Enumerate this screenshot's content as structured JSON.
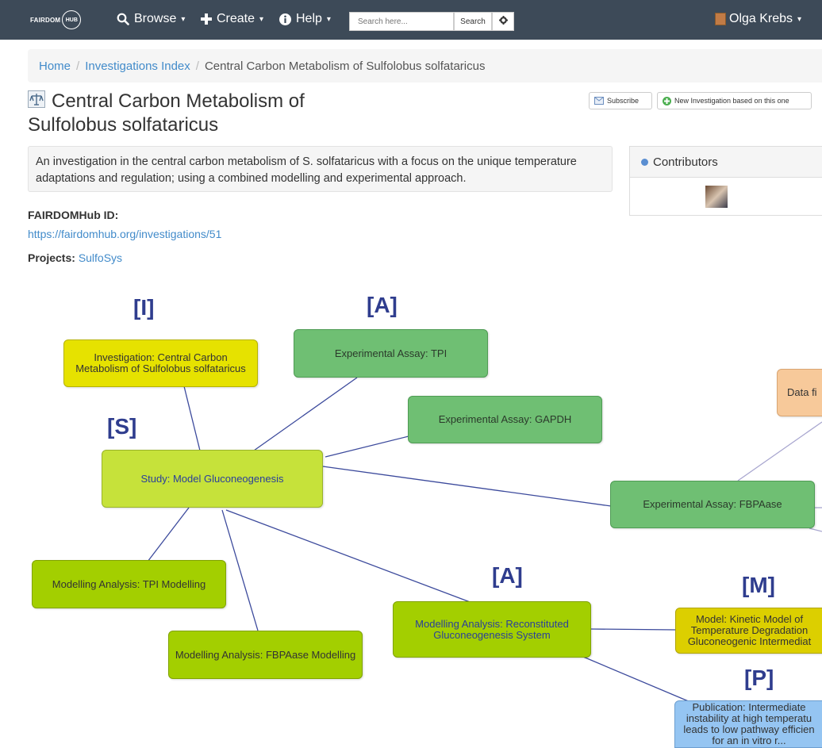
{
  "navbar": {
    "logo_fair": "FAIRDOM",
    "logo_hub": "HUB",
    "browse": "Browse",
    "create": "Create",
    "help": "Help",
    "search_placeholder": "Search here...",
    "search_button": "Search",
    "user": "Olga Krebs"
  },
  "breadcrumb": {
    "home": "Home",
    "index": "Investigations Index",
    "current": "Central Carbon Metabolism of Sulfolobus solfataricus"
  },
  "page": {
    "title_line1": "Central Carbon Metabolism of",
    "title_line2": "Sulfolobus solfataricus",
    "subscribe": "Subscribe",
    "new_investigation": "New Investigation based on this one",
    "description": "An investigation in the central carbon metabolism of S. solfataricus with a focus on the unique temperature adaptations and regulation; using a combined modelling and experimental approach.",
    "contributors_title": "Contributors",
    "id_label": "FAIRDOMHub ID:",
    "id_url": "https://fairdomhub.org/investigations/51",
    "projects_label": "Projects:",
    "projects_value": "SulfoSys"
  },
  "graph": {
    "tags": {
      "investigation": "[I]",
      "assay_top": "[A]",
      "study": "[S]",
      "assay_mid": "[A]",
      "model": "[M]",
      "publication": "[P]"
    },
    "nodes": {
      "investigation": "Investigation: Central Carbon Metabolism of Sulfolobus solfataricus",
      "assay_tpi": "Experimental Assay: TPI",
      "assay_gapdh": "Experimental Assay: GAPDH",
      "study": "Study: Model Gluconeogenesis",
      "data_file": "Data fi",
      "assay_fbpaase": "Experimental Assay: FBPAase",
      "analysis_tpi": "Modelling Analysis: TPI Modelling",
      "analysis_reconstituted": "Modelling Analysis: Reconstituted Gluconeogenesis System",
      "analysis_fbpaase": "Modelling Analysis: FBPAase Modelling",
      "kinetic_model": "Model: Kinetic Model of Temperature Degradation Gluconeogenic Intermediat",
      "publication": "Publication: Intermediate instability at high temperatu leads to low pathway efficien for an in vitro r..."
    }
  },
  "colors": {
    "navbar": "#3d4a58",
    "link": "#428bca",
    "tag": "#2f3d8e",
    "investigation": "#e6e200",
    "assay": "#6fbf73",
    "study": "#c6e23a",
    "analysis": "#a3cf00",
    "data_file": "#f7c99a",
    "model": "#dccf00",
    "publication": "#95c5f2"
  }
}
